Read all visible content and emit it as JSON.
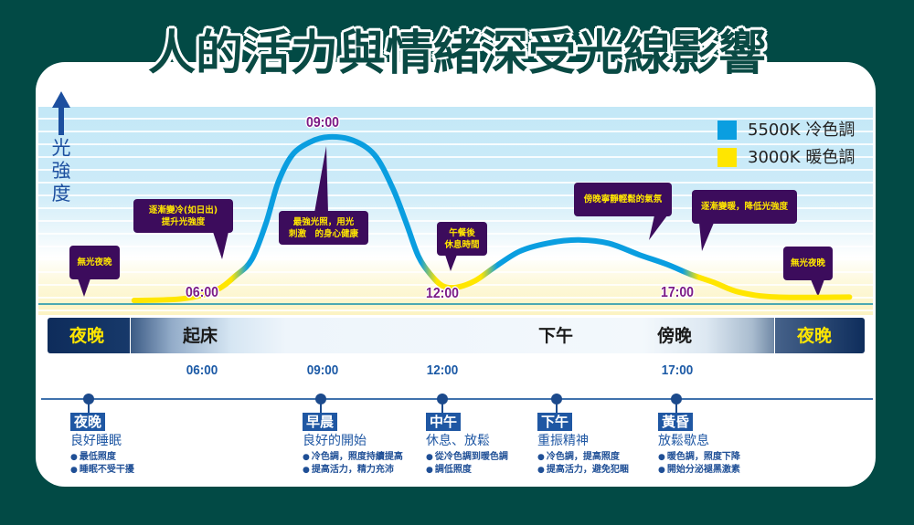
{
  "title": "人的活力與情緒深受光線影響",
  "y_axis_label": "光強度",
  "legend": {
    "cool": {
      "label": "5500K 冷色調",
      "color": "#0a9ee0"
    },
    "warm": {
      "label": "3000K 暖色調",
      "color": "#ffe600"
    }
  },
  "curve_time_labels": [
    "06:00",
    "09:00",
    "12:00",
    "17:00"
  ],
  "callouts": [
    {
      "lines": [
        "無光夜晚"
      ]
    },
    {
      "lines": [
        "逐漸變冷(如日出)",
        "提升光強度"
      ]
    },
    {
      "lines": [
        "最強光照，用光",
        "刺激　的身心健康"
      ]
    },
    {
      "lines": [
        "午餐後",
        "休息時間"
      ]
    },
    {
      "lines": [
        "傍晚寧靜輕鬆的氣氛"
      ]
    },
    {
      "lines": [
        "逐漸變暖，降低光強度"
      ]
    },
    {
      "lines": [
        "無光夜晚"
      ]
    }
  ],
  "time_band": {
    "night_left": "夜晚",
    "wake": "起床",
    "afternoon": "下午",
    "evening": "傍晚",
    "night_right": "夜晚"
  },
  "time_row": [
    "06:00",
    "09:00",
    "12:00",
    "17:00"
  ],
  "timeline": [
    {
      "tag": "夜晚",
      "heading": "良好睡眠",
      "bullets": [
        "最低照度",
        "睡眠不受干擾"
      ]
    },
    {
      "tag": "早晨",
      "heading": "良好的開始",
      "bullets": [
        "冷色調，照度持續提高",
        "提高活力，精力充沛"
      ]
    },
    {
      "tag": "中午",
      "heading": "休息、放鬆",
      "bullets": [
        "從冷色調到暖色調",
        "調低照度"
      ]
    },
    {
      "tag": "下午",
      "heading": "重振精神",
      "bullets": [
        "冷色調，提高照度",
        "提高活力，避免犯睏"
      ]
    },
    {
      "tag": "黃昏",
      "heading": "放鬆歇息",
      "bullets": [
        "暖色調，照度下降",
        "開始分泌褪黑激素"
      ]
    }
  ],
  "chart_data": {
    "type": "line",
    "title": "人的活力與情緒深受光線影響",
    "xlabel": "",
    "ylabel": "光強度",
    "x_ticks": [
      "06:00",
      "09:00",
      "12:00",
      "17:00"
    ],
    "x_unit": "hour of day",
    "y_unit": "relative light intensity (0-100, qualitative)",
    "ylim": [
      0,
      100
    ],
    "grid": true,
    "legend_position": "top-right",
    "legend": [
      {
        "label": "5500K 冷色調",
        "color": "#0a9ee0",
        "tone": "cool"
      },
      {
        "label": "3000K 暖色調",
        "color": "#ffe600",
        "tone": "warm"
      }
    ],
    "series": [
      {
        "name": "光強度",
        "points": [
          [
            4.35,
            0
          ],
          [
            5.55,
            1
          ],
          [
            6.35,
            6
          ],
          [
            6.85,
            15
          ],
          [
            7.25,
            25
          ],
          [
            7.6,
            47
          ],
          [
            7.9,
            72
          ],
          [
            8.25,
            89
          ],
          [
            8.7,
            97
          ],
          [
            9.15,
            100
          ],
          [
            9.75,
            98
          ],
          [
            10.3,
            89
          ],
          [
            10.75,
            69
          ],
          [
            11.1,
            47
          ],
          [
            11.4,
            27
          ],
          [
            11.7,
            16
          ],
          [
            12.0,
            9
          ],
          [
            12.3,
            8
          ],
          [
            12.7,
            12
          ],
          [
            13.1,
            20
          ],
          [
            13.65,
            30
          ],
          [
            14.25,
            35
          ],
          [
            14.9,
            37
          ],
          [
            15.55,
            35
          ],
          [
            16.2,
            28
          ],
          [
            16.8,
            22
          ],
          [
            17.3,
            16
          ],
          [
            17.8,
            11
          ],
          [
            18.35,
            5
          ],
          [
            19.15,
            2
          ],
          [
            20.7,
            2
          ]
        ]
      }
    ],
    "tone_segments": [
      {
        "from": 4.35,
        "to": 6.95,
        "tone": "warm"
      },
      {
        "from": 6.95,
        "to": 11.65,
        "tone": "cool"
      },
      {
        "from": 11.65,
        "to": 13.0,
        "tone": "warm"
      },
      {
        "from": 13.0,
        "to": 17.3,
        "tone": "cool"
      },
      {
        "from": 17.3,
        "to": 20.7,
        "tone": "warm"
      }
    ],
    "annotations": [
      "無光夜晚",
      "逐漸變冷(如日出) 提升光強度",
      "最強光照，用光 刺激　的身心健康",
      "午餐後 休息時間",
      "傍晚寧靜輕鬆的氣氛",
      "逐漸變暖，降低光強度",
      "無光夜晚"
    ]
  }
}
